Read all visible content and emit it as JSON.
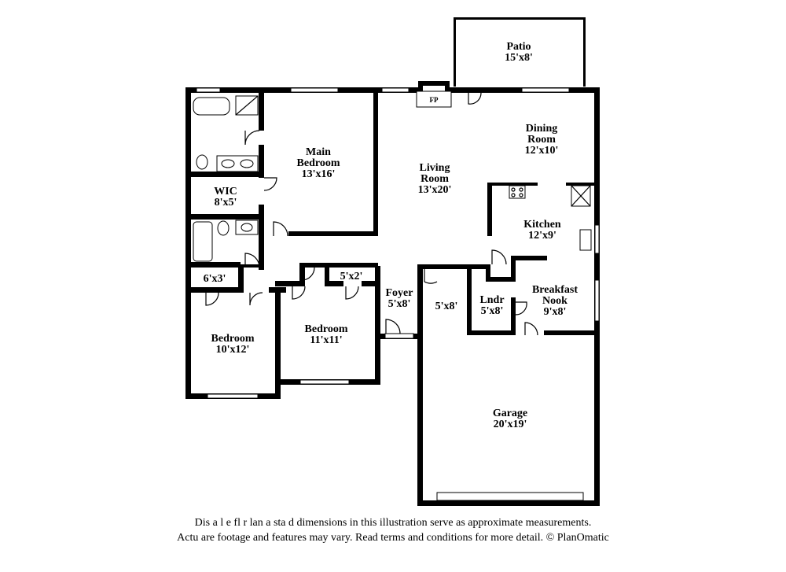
{
  "rooms": {
    "patio": {
      "name": "Patio",
      "dims": "15'x8'"
    },
    "fireplace": {
      "name": "FP"
    },
    "dining": {
      "name_1": "Dining",
      "name_2": "Room",
      "dims": "12'x10'"
    },
    "main_bedroom": {
      "name_1": "Main",
      "name_2": "Bedroom",
      "dims": "13'x16'"
    },
    "living": {
      "name_1": "Living",
      "name_2": "Room",
      "dims": "13'x20'"
    },
    "wic": {
      "name": "WIC",
      "dims": "8'x5'"
    },
    "kitchen": {
      "name": "Kitchen",
      "dims": "12'x9'"
    },
    "closet_6x3": {
      "dims": "6'x3'"
    },
    "closet_5x2": {
      "dims": "5'x2'"
    },
    "foyer": {
      "name": "Foyer",
      "dims": "5'x8'"
    },
    "closet_5x8": {
      "dims": "5'x8'"
    },
    "laundry": {
      "name": "Lndr",
      "dims": "5'x8'"
    },
    "breakfast": {
      "name_1": "Breakfast",
      "name_2": "Nook",
      "dims": "9'x8'"
    },
    "bedroom_2": {
      "name": "Bedroom",
      "dims": "10'x12'"
    },
    "bedroom_3": {
      "name": "Bedroom",
      "dims": "11'x11'"
    },
    "garage": {
      "name": "Garage",
      "dims": "20'x19'"
    }
  },
  "disclaimer": {
    "line_1": "Dis a   l e fl  r  lan a   sta  d dimensions in this illustration serve as approximate measurements.",
    "line_2": "Actu    are footage and features may vary. Read terms and conditions for more detail. © PlanOmatic"
  }
}
